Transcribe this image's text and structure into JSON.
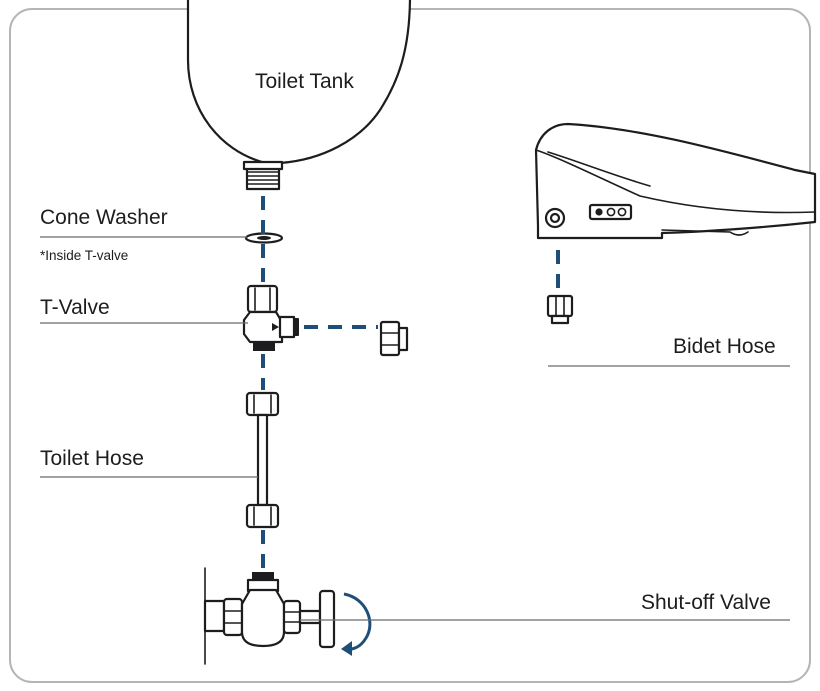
{
  "labels": {
    "toilet_tank": "Toilet Tank",
    "cone_washer": "Cone Washer",
    "cone_washer_note": "*Inside T-valve",
    "t_valve": "T-Valve",
    "bidet_hose": "Bidet Hose",
    "toilet_hose": "Toilet Hose",
    "shutoff_valve": "Shut-off Valve"
  },
  "colors": {
    "connection_dash": "#1f4e79",
    "turn_arrow": "#1f4e79",
    "outline": "#1d1d1f",
    "frame": "#b5b5b5",
    "dark_part": "#1d1d1f"
  },
  "icons": {
    "tank": "toilet-tank-icon",
    "washer": "cone-washer-icon",
    "tvalve": "t-valve-icon",
    "bidet": "bidet-seat-icon",
    "hose": "hose-icon",
    "valve": "shutoff-valve-icon",
    "arrow": "rotate-arrow-icon"
  }
}
